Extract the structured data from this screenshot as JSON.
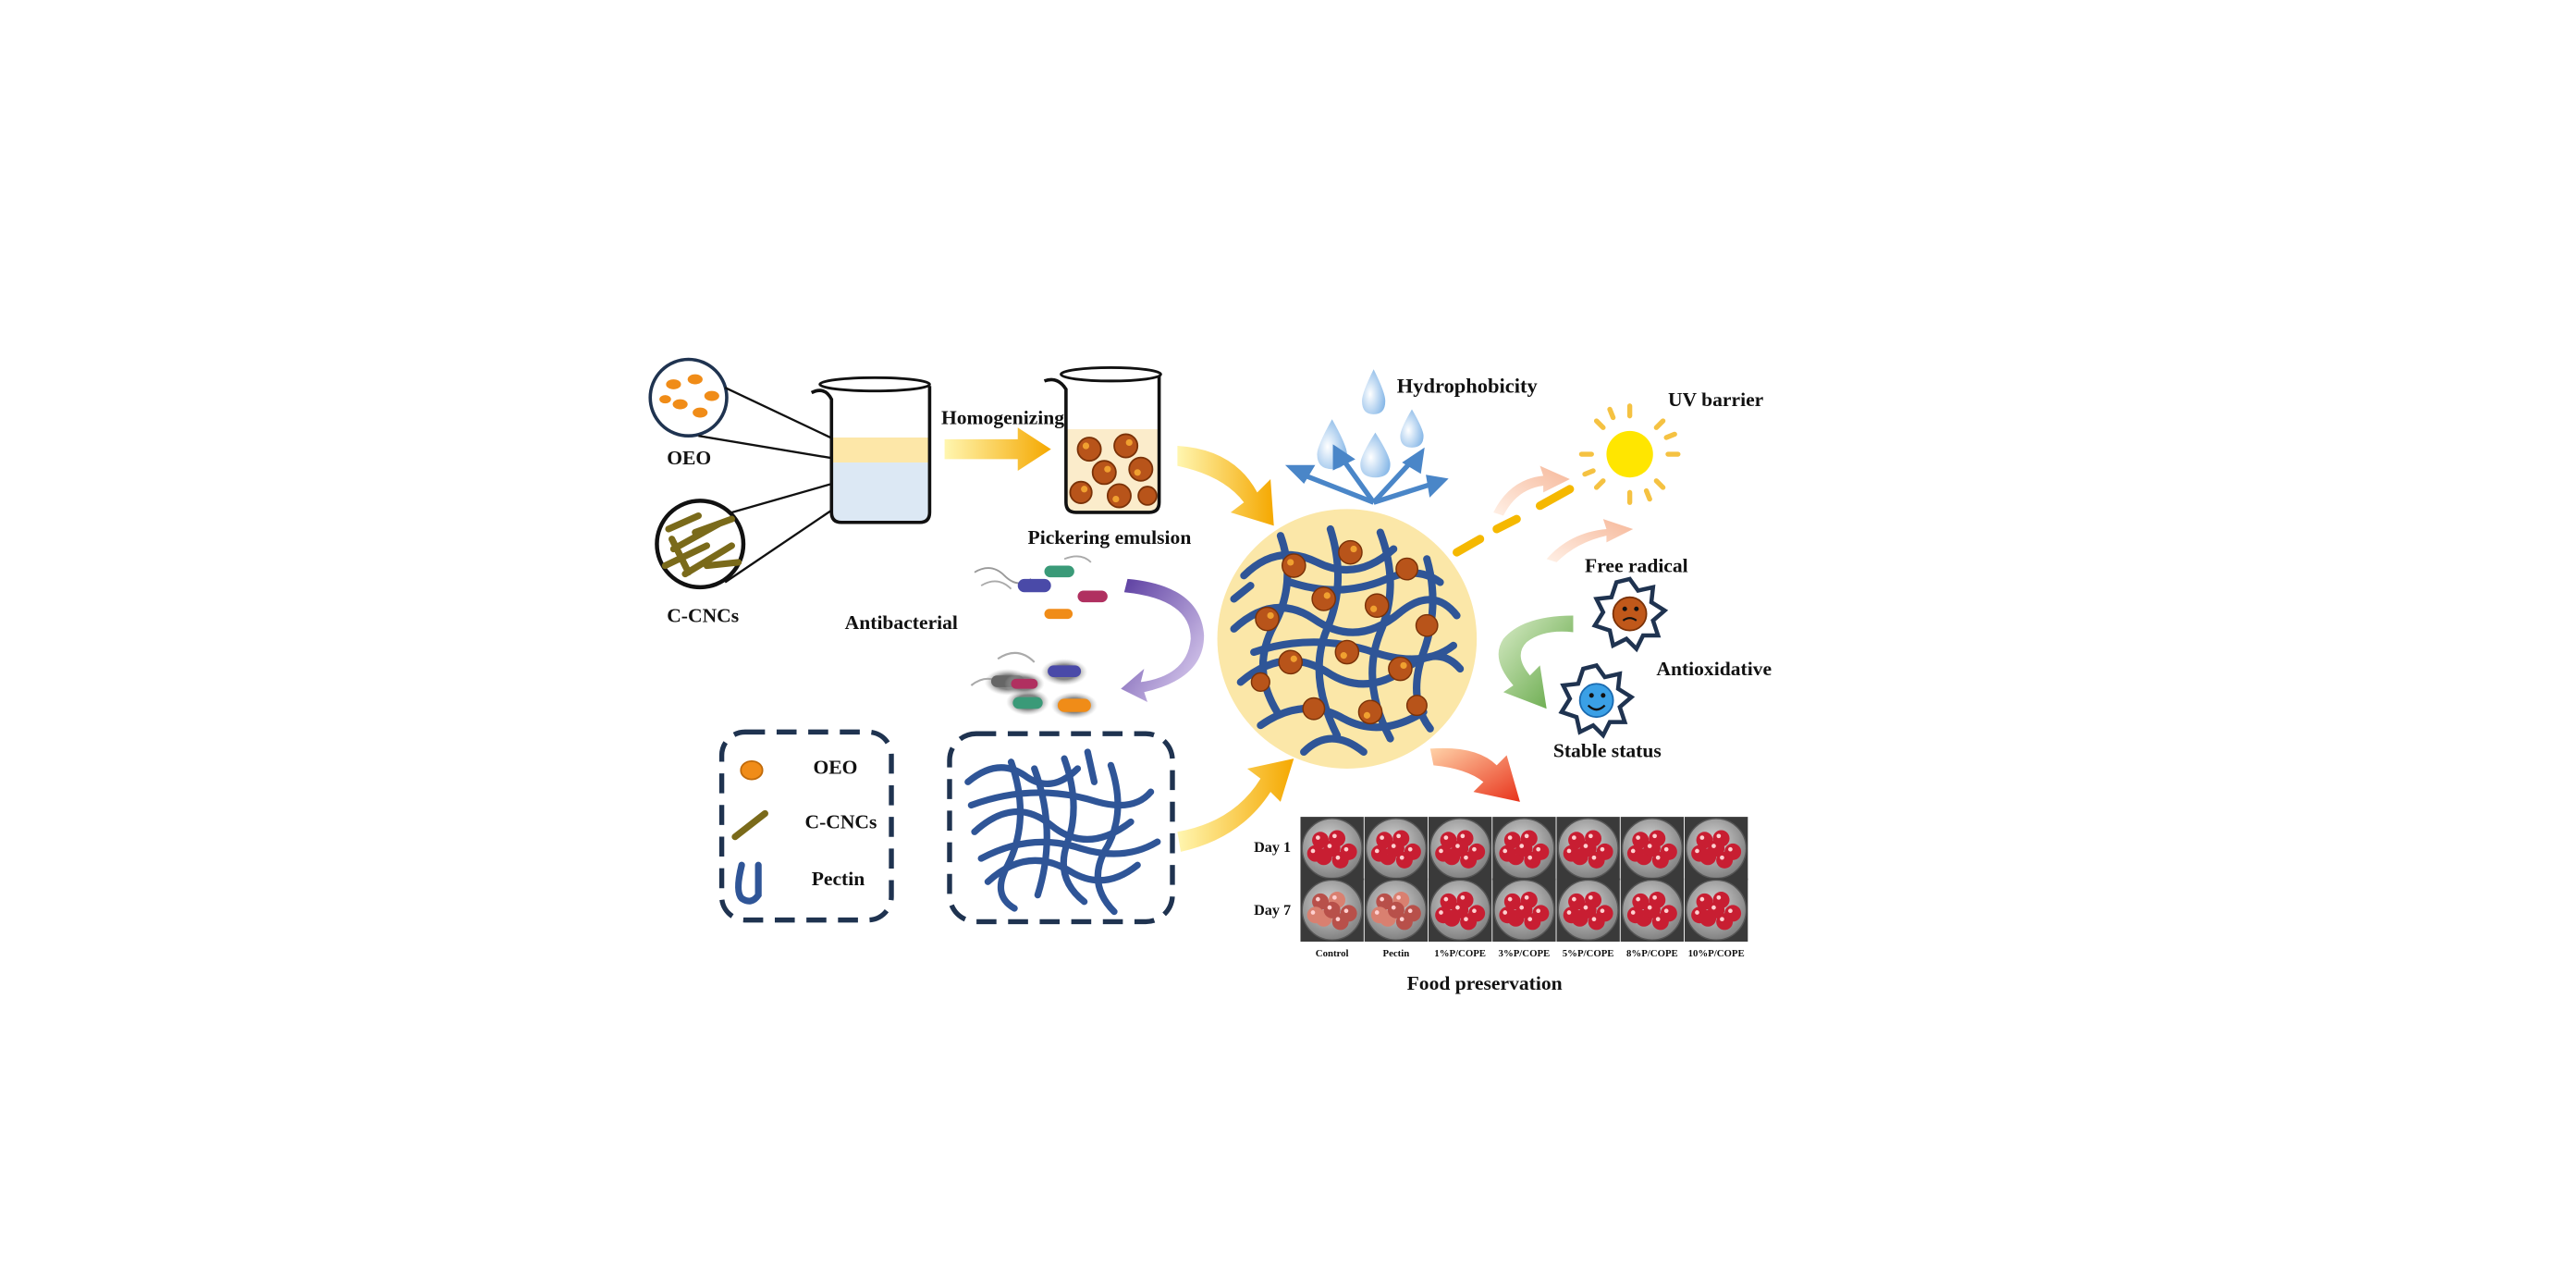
{
  "labels": {
    "oeo_top": "OEO",
    "ccncs_left": "C-CNCs",
    "homogenizing": "Homogenizing",
    "pickering": "Pickering emulsion",
    "antibacterial": "Antibacterial",
    "hydrophobicity": "Hydrophobicity",
    "uv_barrier": "UV barrier",
    "free_radical": "Free radical",
    "antioxidative": "Antioxidative",
    "stable_status": "Stable status",
    "food_preservation": "Food preservation"
  },
  "legend": {
    "items": [
      "OEO",
      "C-CNCs",
      "Pectin"
    ]
  },
  "preservation": {
    "days": [
      "Day 1",
      "Day 7"
    ],
    "samples": [
      "Control",
      "Pectin",
      "1%P/COPE",
      "3%P/COPE",
      "5%P/COPE",
      "8%P/COPE",
      "10%P/COPE"
    ]
  },
  "colors": {
    "pectin": "#2f5597",
    "oeo": "#f08c18",
    "ccnc": "#7a6a1a",
    "film_bg": "#fbe7a8",
    "arrow_gold": "#f5b800",
    "arrow_red": "#e84a1a",
    "sun": "#ffd700",
    "water": "#9fc8ee",
    "cherry": "#c81e32"
  }
}
